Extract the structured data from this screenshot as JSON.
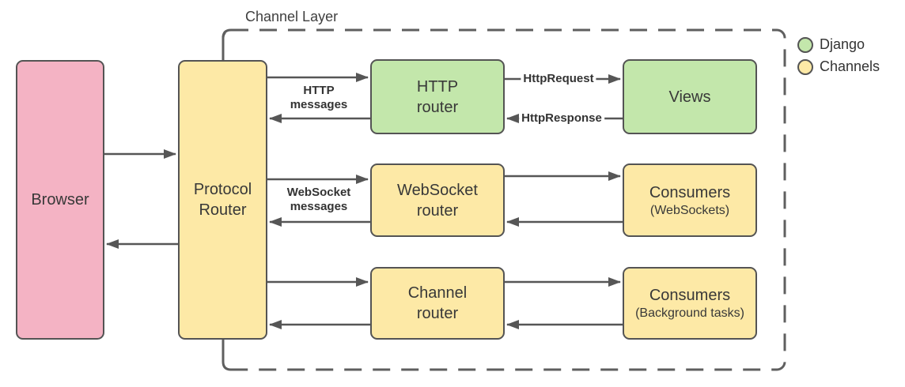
{
  "title": "Channel Layer",
  "legend": {
    "items": [
      {
        "label": "Django",
        "color": "#c3e7ab"
      },
      {
        "label": "Channels",
        "color": "#fde9a6"
      }
    ]
  },
  "nodes": {
    "browser": {
      "label": "Browser"
    },
    "protocol_router": {
      "line1": "Protocol",
      "line2": "Router"
    },
    "http_router": {
      "line1": "HTTP",
      "line2": "router"
    },
    "views": {
      "label": "Views"
    },
    "websocket_router": {
      "line1": "WebSocket",
      "line2": "router"
    },
    "consumers_websockets": {
      "line1": "Consumers",
      "line2": "(WebSockets)"
    },
    "channel_router": {
      "line1": "Channel",
      "line2": "router"
    },
    "consumers_background": {
      "line1": "Consumers",
      "line2": "(Background tasks)"
    }
  },
  "edge_labels": {
    "http_messages_line1": "HTTP",
    "http_messages_line2": "messages",
    "websocket_messages_line1": "WebSocket",
    "websocket_messages_line2": "messages",
    "http_request": "HttpRequest",
    "http_response": "HttpResponse"
  },
  "colors": {
    "django_green": "#c3e7ab",
    "channels_yellow": "#fde9a6",
    "browser_pink": "#f4b3c4",
    "border_gray": "#545454",
    "arrow_gray": "#565656",
    "dashed_boundary_gray": "#5f5f5f"
  }
}
